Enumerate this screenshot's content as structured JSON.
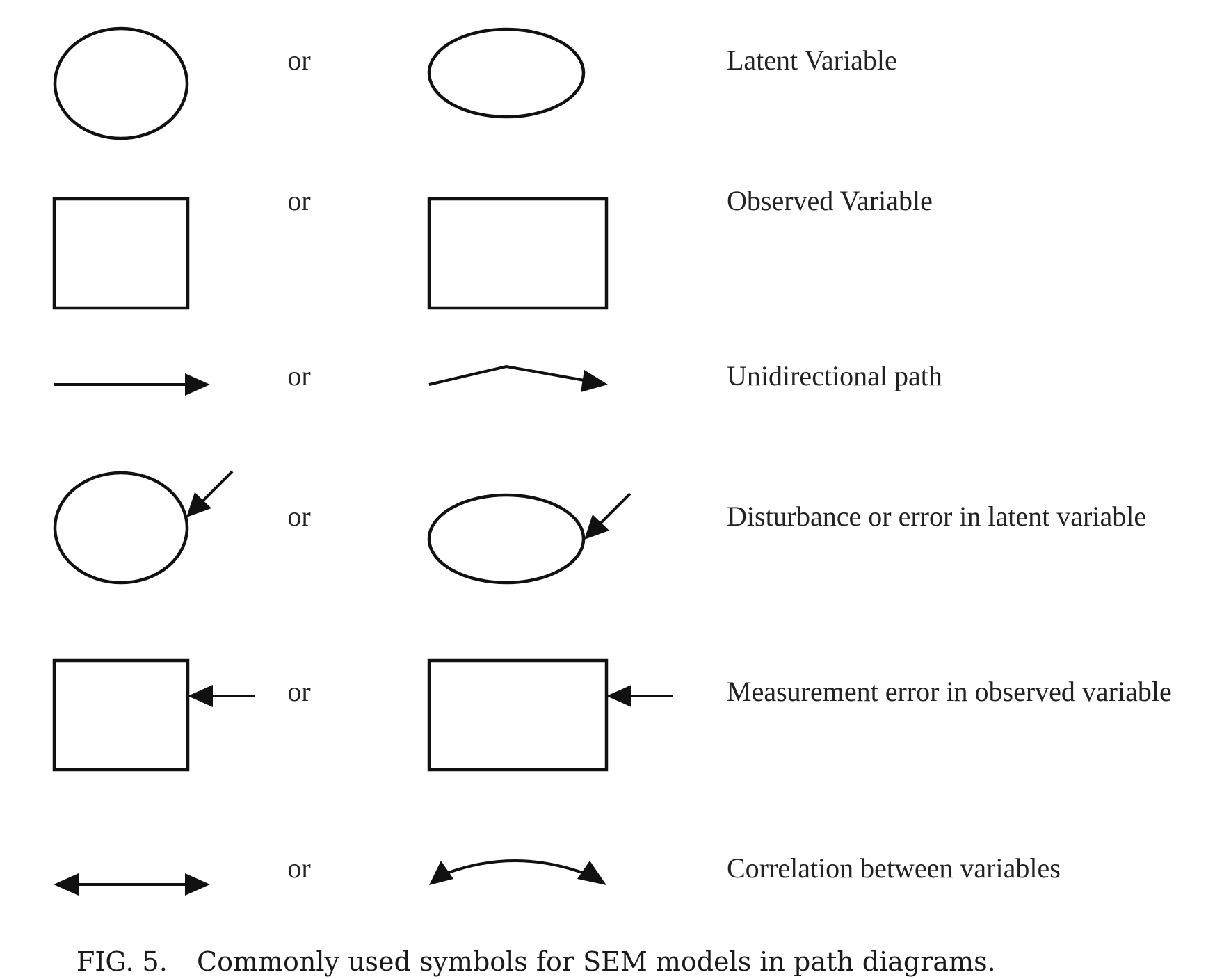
{
  "figure": {
    "caption_number": "FIG. 5.",
    "caption_text": "Commonly used symbols for SEM models in path diagrams."
  },
  "connector_word": "or",
  "rows": [
    {
      "label": "Latent Variable"
    },
    {
      "label": "Observed Variable"
    },
    {
      "label": "Unidirectional path"
    },
    {
      "label": "Disturbance or error in latent variable"
    },
    {
      "label": "Measurement error in observed variable"
    },
    {
      "label": "Correlation between variables"
    }
  ],
  "colors": {
    "ink": "#111111",
    "background": "#ffffff"
  }
}
